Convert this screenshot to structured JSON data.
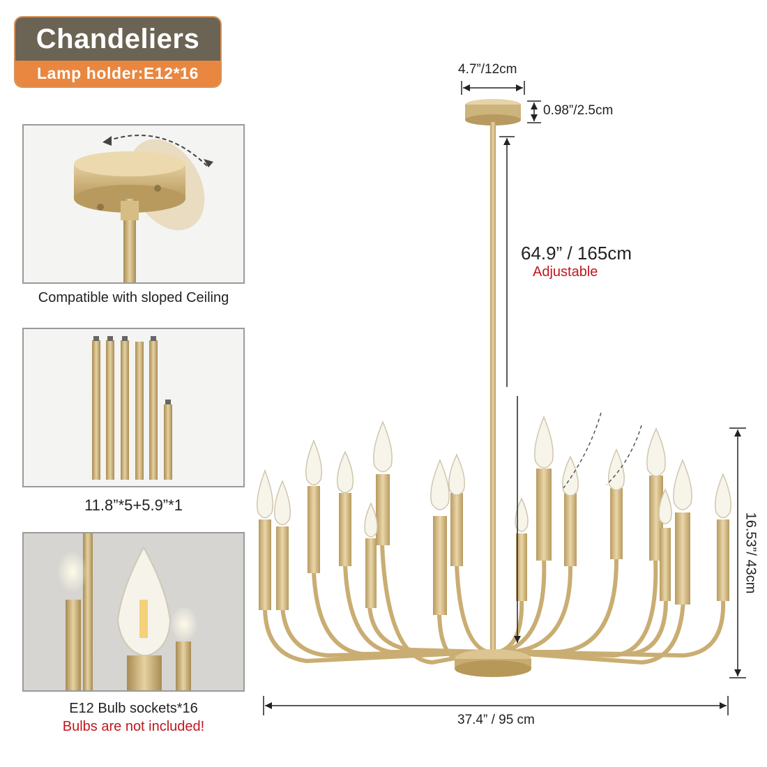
{
  "header": {
    "title": "Chandeliers",
    "subtitle": "Lamp holder:E12*16"
  },
  "panels": {
    "canopy": {
      "caption": "Compatible with sloped Ceiling"
    },
    "rods": {
      "caption": "11.8”*5+5.9”*1"
    },
    "sockets": {
      "caption": "E12 Bulb sockets*16",
      "note": "Bulbs are not included!"
    }
  },
  "dimensions": {
    "canopy_width": "4.7”/12cm",
    "canopy_height": "0.98”/2.5cm",
    "rod_length": "64.9” / 165cm",
    "rod_note": "Adjustable",
    "body_height": "16.53”/ 43cm",
    "body_width": "37.4” / 95 cm"
  },
  "colors": {
    "gold": "#c9ad72",
    "badge_dark": "#6b6353",
    "badge_orange": "#e9863f",
    "alert_red": "#c0171e"
  }
}
